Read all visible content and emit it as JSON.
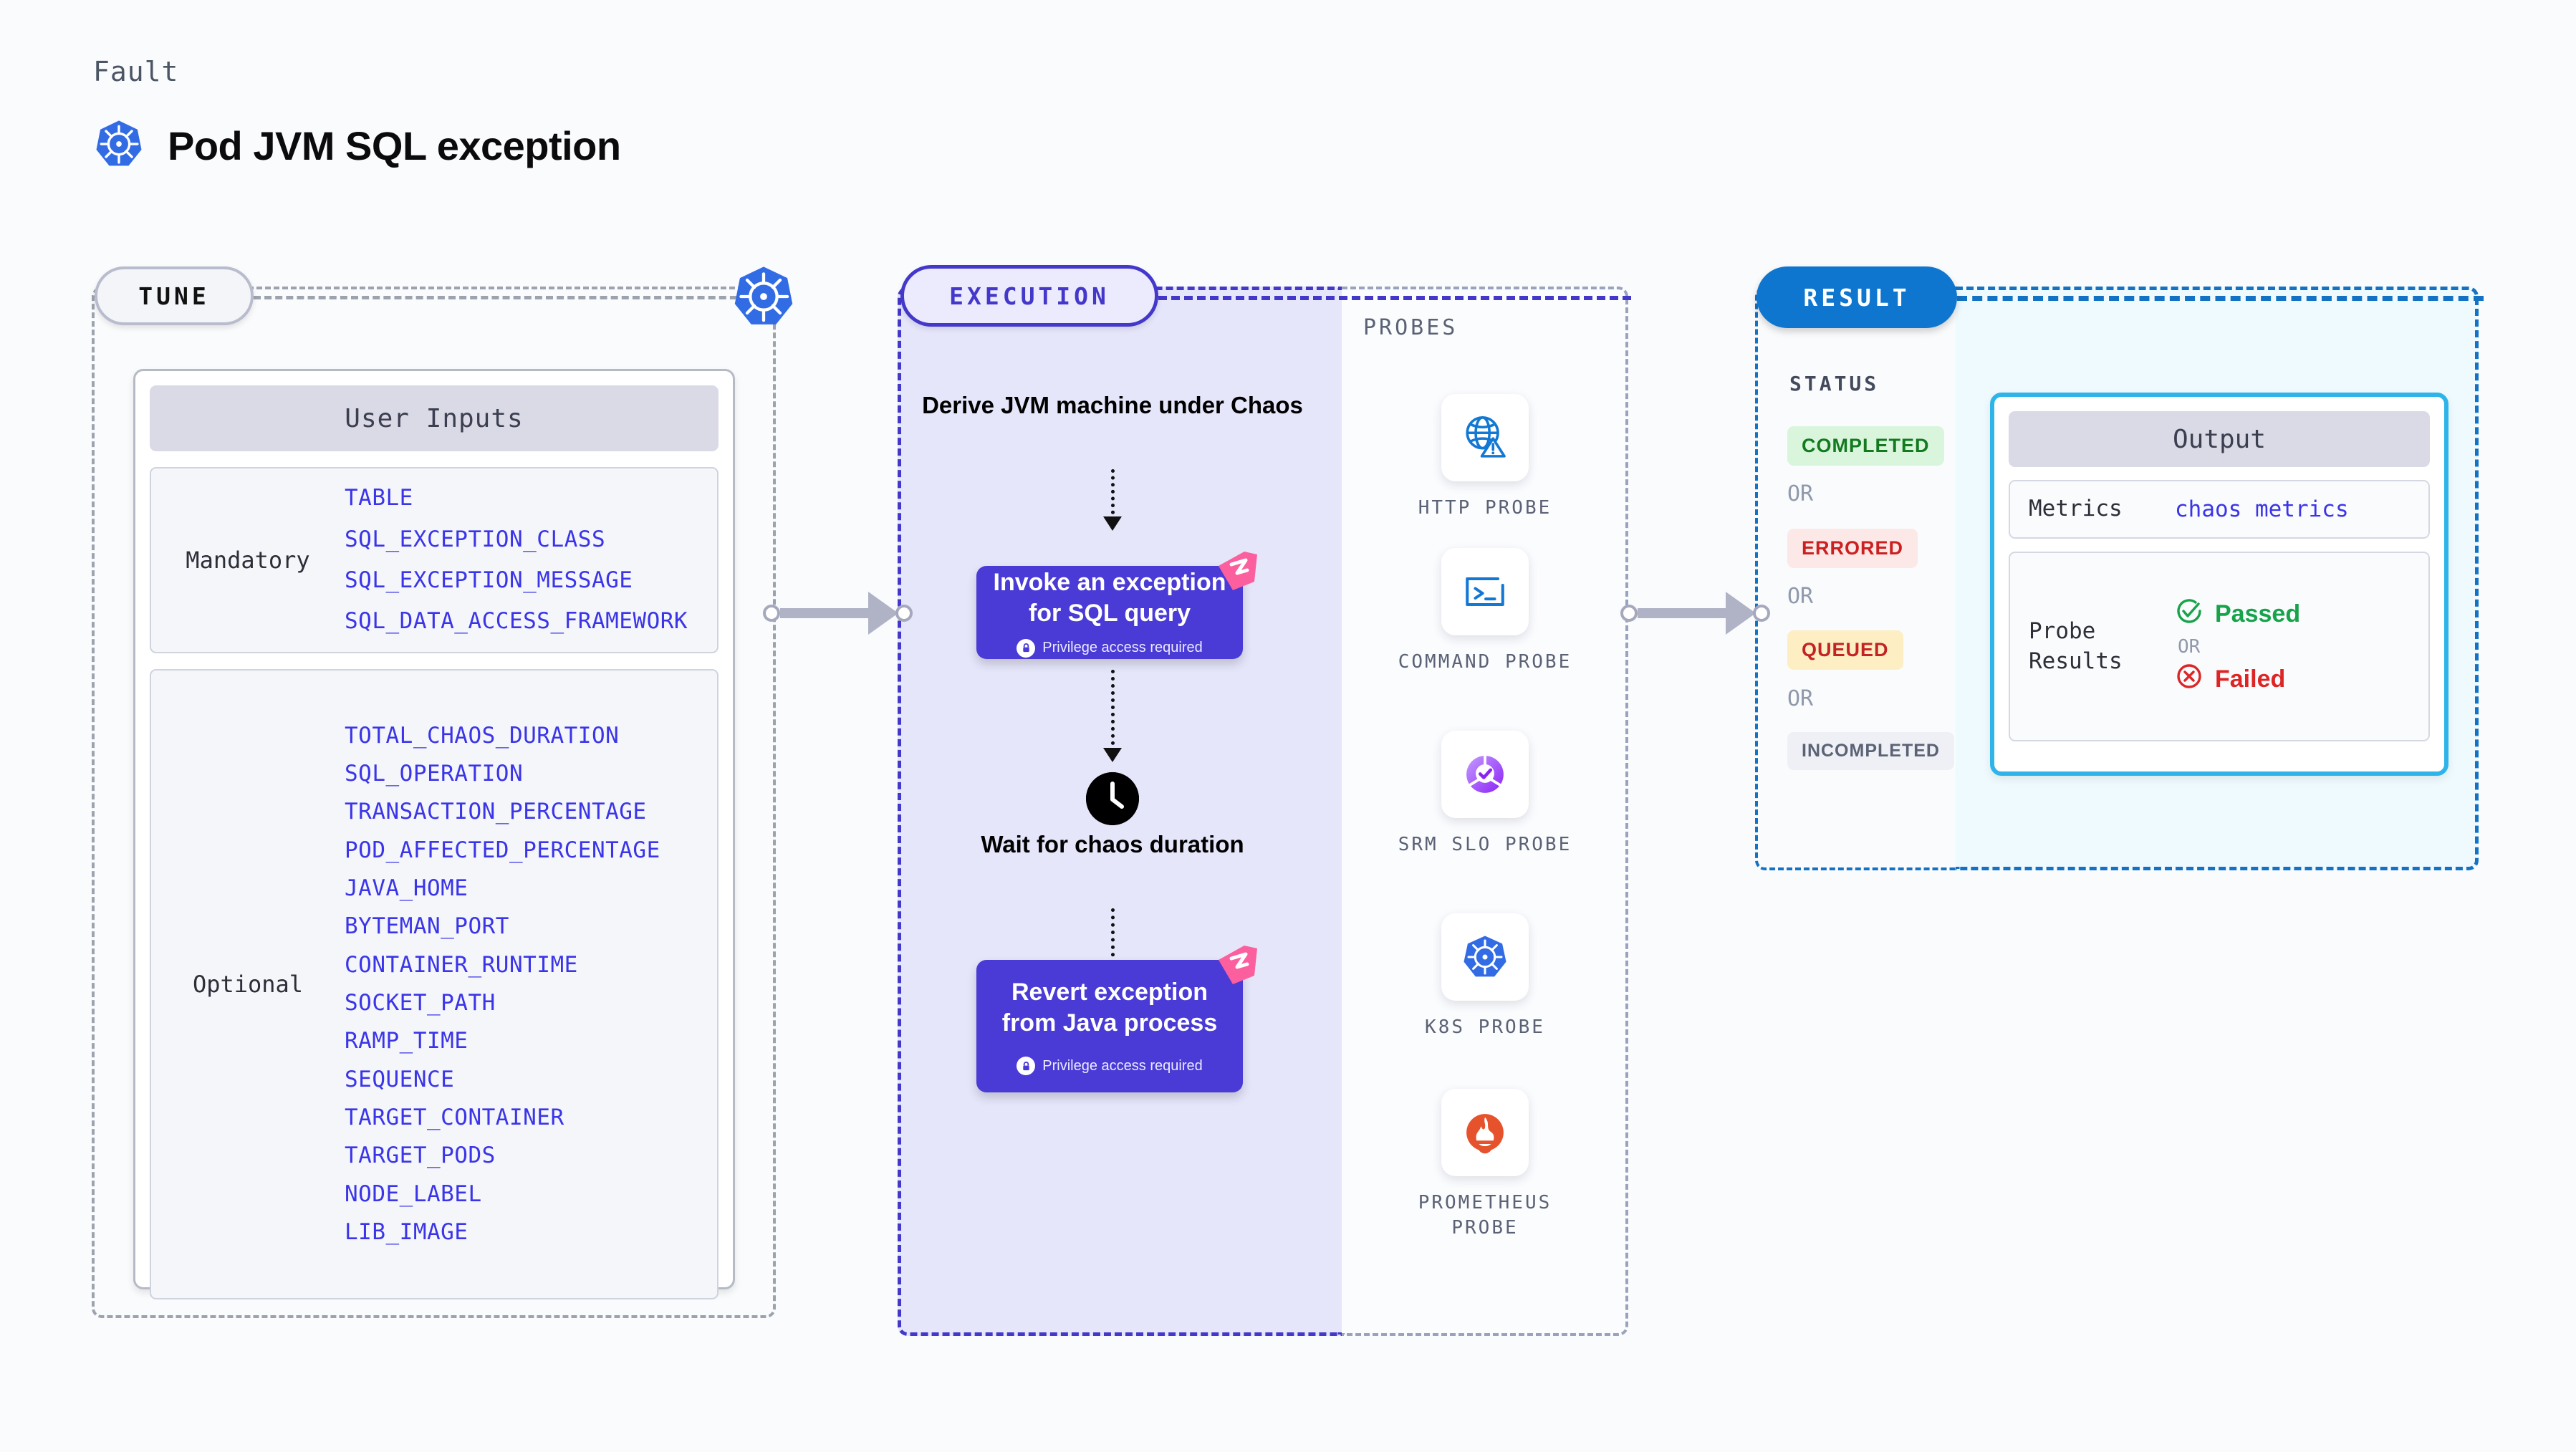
{
  "header": {
    "eyebrow": "Fault",
    "title": "Pod JVM SQL exception",
    "icon": "kubernetes-icon"
  },
  "tune": {
    "pill_label": "TUNE",
    "card_title": "User Inputs",
    "groups": [
      {
        "label": "Mandatory",
        "items": [
          "TABLE",
          "SQL_EXCEPTION_CLASS",
          "SQL_EXCEPTION_MESSAGE",
          "SQL_DATA_ACCESS_FRAMEWORK"
        ]
      },
      {
        "label": "Optional",
        "items": [
          "TOTAL_CHAOS_DURATION",
          "SQL_OPERATION",
          "TRANSACTION_PERCENTAGE",
          "POD_AFFECTED_PERCENTAGE",
          "JAVA_HOME",
          "BYTEMAN_PORT",
          "CONTAINER_RUNTIME",
          "SOCKET_PATH",
          "RAMP_TIME",
          "SEQUENCE",
          "TARGET_CONTAINER",
          "TARGET_PODS",
          "NODE_LABEL",
          "LIB_IMAGE"
        ]
      }
    ]
  },
  "execution": {
    "pill_label": "EXECUTION",
    "steps": [
      {
        "type": "text",
        "label": "Derive JVM machine under Chaos"
      },
      {
        "type": "box",
        "label": "Invoke an exception for SQL query",
        "note": "Privilege access required"
      },
      {
        "type": "clock",
        "label": "Wait for chaos duration"
      },
      {
        "type": "box",
        "label": "Revert exception from Java process",
        "note": "Privilege access required"
      }
    ]
  },
  "probes": {
    "section_label": "PROBES",
    "items": [
      {
        "name": "HTTP PROBE",
        "icon": "globe-warning-icon"
      },
      {
        "name": "COMMAND PROBE",
        "icon": "terminal-icon"
      },
      {
        "name": "SRM SLO PROBE",
        "icon": "slo-donut-check-icon"
      },
      {
        "name": "K8S PROBE",
        "icon": "kubernetes-icon"
      },
      {
        "name": "PROMETHEUS PROBE",
        "icon": "prometheus-flame-icon"
      }
    ]
  },
  "result": {
    "pill_label": "RESULT",
    "status_label": "STATUS",
    "or_label": "OR",
    "statuses": [
      {
        "text": "COMPLETED",
        "fg": "#137a1f",
        "bg": "#d9f5dc"
      },
      {
        "text": "ERRORED",
        "fg": "#cc2020",
        "bg": "#fde8e8"
      },
      {
        "text": "QUEUED",
        "fg": "#c32323",
        "bg": "#fdeec3"
      },
      {
        "text": "INCOMPLETED",
        "fg": "#5b6275",
        "bg": "#eef0f5"
      }
    ]
  },
  "output": {
    "card_title": "Output",
    "rows": [
      {
        "key": "Metrics",
        "value": "chaos metrics"
      },
      {
        "key": "Probe Results",
        "passed": "Passed",
        "or": "OR",
        "failed": "Failed"
      }
    ]
  },
  "colors": {
    "accent_purple": "#4a3bd6",
    "accent_blue": "#0f76cf",
    "accent_cyan": "#2fb4e9",
    "pink_tab": "#fb5f9d",
    "mono_value": "#3a35e8",
    "page_bg": "#fafbfd"
  }
}
